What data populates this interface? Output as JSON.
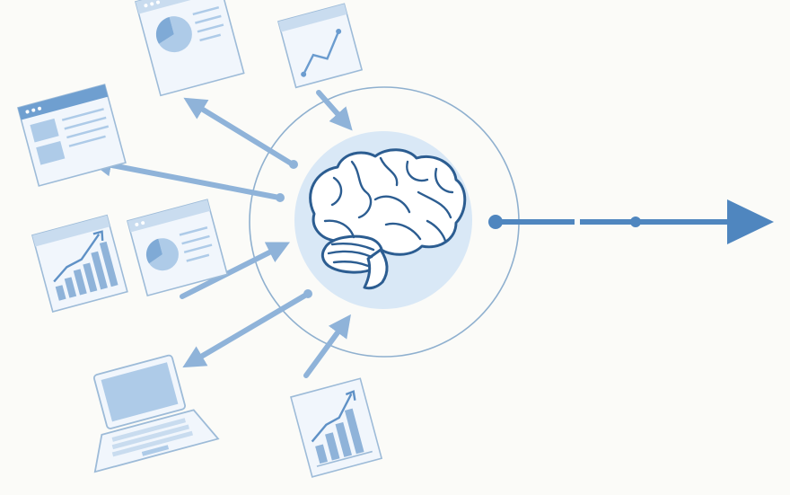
{
  "diagram": {
    "colors": {
      "background": "#fbfbf8",
      "accent": "#4f86bf",
      "accent_light": "#9bbfe0",
      "panel_fill": "#eef4fb",
      "panel_stroke": "#9dbbd8",
      "brain_fill": "#d9e8f6",
      "brain_stroke": "#2c5d91"
    },
    "center": {
      "icon": "brain-icon"
    },
    "output": {
      "icon": "arrow-right-icon"
    },
    "sources": [
      {
        "id": "pie-report-top",
        "icon": "pie-chart-document-icon",
        "flow": "outgoing"
      },
      {
        "id": "line-chart-top",
        "icon": "line-chart-window-icon",
        "flow": "incoming"
      },
      {
        "id": "text-dashboard-left",
        "icon": "text-dashboard-window-icon",
        "flow": "outgoing"
      },
      {
        "id": "bar-chart-left",
        "icon": "bar-chart-window-icon",
        "flow": "standalone"
      },
      {
        "id": "pie-report-middle",
        "icon": "pie-chart-window-icon",
        "flow": "incoming"
      },
      {
        "id": "laptop",
        "icon": "laptop-icon",
        "flow": "outgoing"
      },
      {
        "id": "bar-chart-bottom",
        "icon": "bar-chart-document-icon",
        "flow": "incoming"
      }
    ]
  }
}
